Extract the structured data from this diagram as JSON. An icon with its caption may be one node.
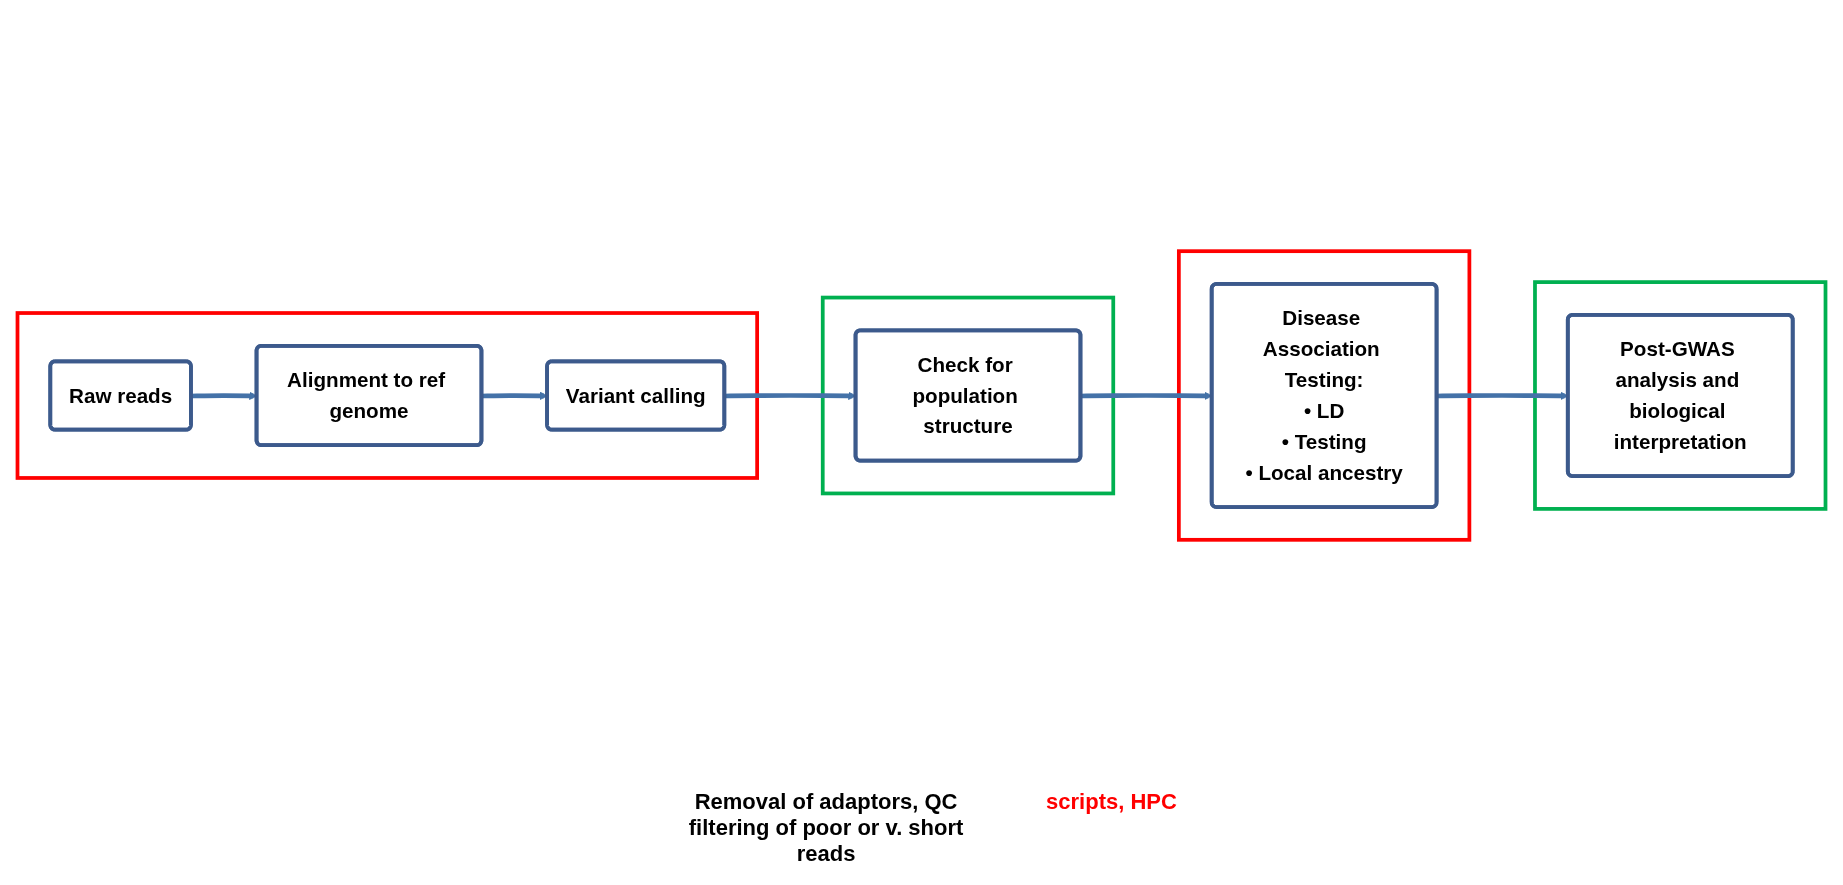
{
  "diagram": {
    "nodes": [
      {
        "text": [],
        "shape": "box"
      },
      {
        "text": [
          "Raw reads"
        ],
        "in": 0
      },
      {
        "text": [
          "Alignment to ref genome"
        ],
        "in": 0
      },
      {
        "text": [
          "Variant calling"
        ],
        "in": 0
      },
      {
        "text": [],
        "shape": "box"
      },
      {
        "text": [
          "Check for population structure"
        ],
        "in": 4
      },
      {
        "text": [],
        "shape": "box"
      },
      {
        "text": [
          "Post-GWAS analysis and biological interpretation"
        ],
        "in": 6
      },
      {
        "text": [],
        "shape": "box"
      },
      {
        "text": [
          "Disease Association Testing:",
          "• LD",
          "• Testing",
          "• Local ancestry"
        ],
        "in": 8
      }
    ],
    "edges": [
      {
        "from": 1,
        "to": 2,
        "arrow": "to"
      },
      {
        "from": 2,
        "to": 3,
        "arrow": "to"
      },
      {
        "from": 3,
        "to": 5,
        "arrow": "to"
      },
      {
        "from": 5,
        "to": 9,
        "arrow": "to"
      },
      {
        "from": 9,
        "to": 7,
        "arrow": "to"
      }
    ],
    "labels": [
      "Removal of adaptors, QC filtering of poor or v. short reads",
      "scripts, HPC"
    ]
  }
}
